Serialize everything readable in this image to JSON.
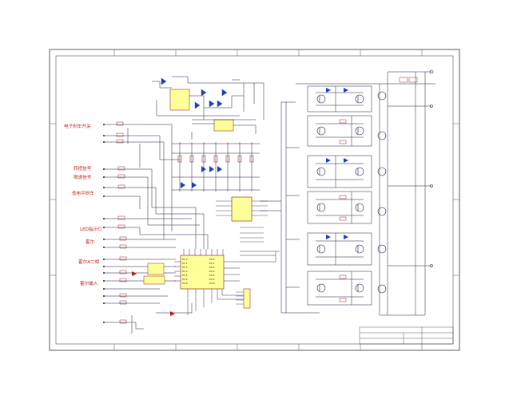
{
  "colors": {
    "frame": "#333333",
    "wire": "#1c1c4a",
    "chinese_label": "#c42020",
    "ic_fill": "#ffff99",
    "diode": "#1a3fbf",
    "led": "#cc1010",
    "component": "#8a1010",
    "background": "#ffffff"
  },
  "input_labels": [
    {
      "id": "in1",
      "text": "电子刹车开关"
    },
    {
      "id": "in2",
      "text": "转把信号"
    },
    {
      "id": "in3",
      "text": "限速信号"
    },
    {
      "id": "in4",
      "text": "低电平刹车"
    },
    {
      "id": "in5",
      "text": "LED指示灯"
    },
    {
      "id": "in6",
      "text": "霍尔"
    },
    {
      "id": "in7",
      "text": "霍尔A二相"
    },
    {
      "id": "in8",
      "text": "霍尔输入"
    }
  ],
  "icons": [
    "mosfet-icon",
    "diode-icon",
    "led-icon",
    "ic-chip-icon",
    "connector-icon",
    "ground-icon"
  ]
}
